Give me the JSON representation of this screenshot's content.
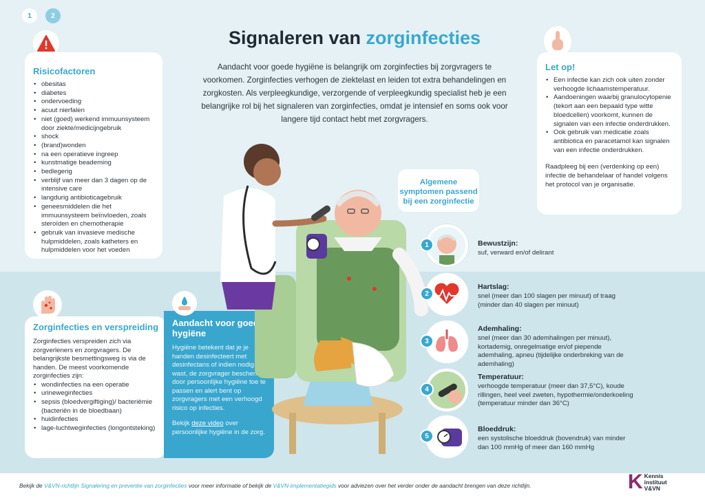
{
  "pager": [
    "1",
    "2"
  ],
  "title": {
    "main": "Signaleren van ",
    "accent": "zorginfecties"
  },
  "intro": "Aandacht voor goede hygiëne is belangrijk om zorginfecties bij zorgvragers te voorkomen. Zorginfecties verhogen de ziektelast en leiden tot extra behandelingen en zorgkosten. Als verpleegkundige, verzorgende of verpleegkundig specialist heb je een belangrijke rol bij het signaleren van zorginfecties, omdat je intensief en soms ook voor langere tijd contact hebt met zorgvragers.",
  "risk": {
    "heading": "Risicofactoren",
    "items": [
      "obesitas",
      "diabetes",
      "ondervoeding",
      "acuut nierfalen",
      "niet (goed) werkend immuunsysteem door ziekte/medicijngebruik",
      "shock",
      "(brand)wonden",
      "na een operatieve ingreep",
      "kunstmatige beademing",
      "bedlegerig",
      "verblijf van meer dan 3 dagen op de intensive care",
      "langdurig antibioticagebruik",
      "geneesmiddelen die het immuunsysteem beïnvloeden, zoals steroïden en chemotherapie",
      "gebruik van invasieve medische hulpmiddelen, zoals katheters en hulpmiddelen voor het voeden"
    ]
  },
  "letop": {
    "heading": "Let op!",
    "items": [
      "Een infectie kan zich ook uiten zonder verhoogde lichaamstemperatuur.",
      "Aandoeningen waarbij granulocytopenie (tekort aan een bepaald type witte bloedcellen) voorkomt, kunnen de signalen van een infectie onderdrukken.",
      "Ook gebruik van medicatie zoals antibiotica en paracetamol kan signalen van een infectie onderdrukken."
    ],
    "note": "Raadpleeg bij een (verdenking op een) infectie de behandelaar of handel volgens het protocol van je organisatie."
  },
  "spread": {
    "heading": "Zorginfecties en verspreiding",
    "text": "Zorginfecties verspreiden zich via zorgverleners en zorgvragers. De belangrijkste besmettingsweg is via de handen. De meest voorkomende zorginfecties zijn:",
    "items": [
      "wondinfecties na een operatie",
      "urineweginfecties",
      "sepsis (bloedvergiftiging)/ bacteriëmie (bacteriën in de bloedbaan)",
      "huidinfecties",
      "lage-luchtweginfecties (longontsteking)"
    ]
  },
  "hygiene": {
    "heading": "Aandacht voor goede hygiëne",
    "text": "Hygiëne betekent dat je je handen desinfecteert met desinfectans of indien nodig wast, de zorgvrager beschermt door persoonlijke hygiëne toe te passen en alert bent op zorgvragers met een verhoogd risico op infecties.",
    "more_prefix": "Bekijk ",
    "more_link": "deze video",
    "more_suffix": " over persoonlijke hygiëne in de zorg."
  },
  "symptoms_bubble": "Algemene symptomen passend bij een zorginfectie",
  "symptoms": [
    {
      "num": "1",
      "heading": "Bewustzijn:",
      "text": "suf, verward en/of delirant"
    },
    {
      "num": "2",
      "heading": "Hartslag:",
      "text": "snel (meer dan 100 slagen per minuut) of traag (minder dan 40 slagen per minuut)"
    },
    {
      "num": "3",
      "heading": "Ademhaling:",
      "text": "snel (meer dan 30 ademhalingen per minuut), kortademig, onregelmatige en/of piepende ademhaling, apneu (tijdelijke onderbreking van de ademhaling)"
    },
    {
      "num": "4",
      "heading": "Temperatuur:",
      "text": "verhoogde temperatuur (meer dan 37,5°C), koude rillingen, heel veel zweten, hypothermie/onderkoeling (temperatuur minder dan 36°C)"
    },
    {
      "num": "5",
      "heading": "Bloeddruk:",
      "text": "een systolische bloeddruk (bovendruk) van minder dan 100 mmHg of meer dan 160 mmHg"
    }
  ],
  "footer": {
    "p1": "Bekijk de ",
    "link1": "V&VN-richtlijn Signalering en preventie van zorginfecties",
    "p2": " voor meer informatie of bekijk de ",
    "link2": "V&VN-implementatiegids",
    "p3": " voor adviezen over het verder onder de aandacht brengen van deze richtlijn."
  },
  "logo": {
    "mark": "K",
    "line1": "Kennis",
    "line2": "instituut",
    "line3": "V&VN"
  },
  "colors": {
    "accent": "#38a8cf",
    "brand": "#8e2a6d",
    "warning": "#e2372c"
  }
}
